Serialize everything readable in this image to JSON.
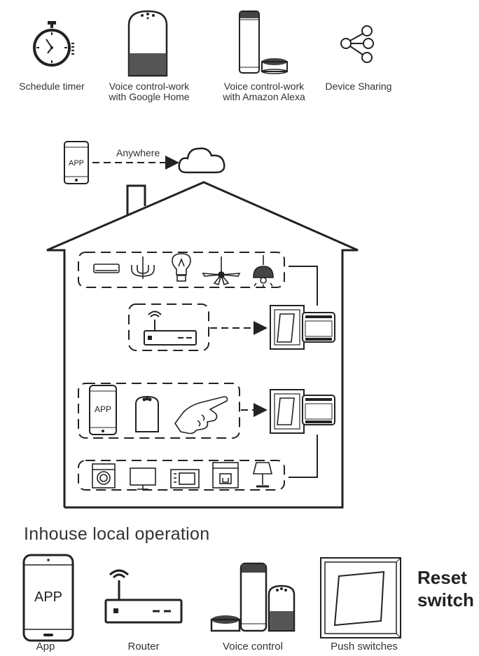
{
  "features": [
    {
      "id": "timer",
      "icon": "stopwatch-icon",
      "label_lines": [
        "Schedule timer"
      ]
    },
    {
      "id": "google",
      "icon": "google-home-speaker-icon",
      "label_lines": [
        "Voice control-work",
        "with Google Home"
      ]
    },
    {
      "id": "alexa",
      "icon": "amazon-echo-speaker-icon",
      "label_lines": [
        "Voice control-work",
        "with Amazon Alexa"
      ]
    },
    {
      "id": "sharing",
      "icon": "share-icon",
      "label_lines": [
        "Device Sharing"
      ]
    }
  ],
  "remote": {
    "phone_text": "APP",
    "arrow_label": "Anywhere",
    "icons": [
      "smartphone-icon",
      "cloud-icon"
    ]
  },
  "house": {
    "appliances_top": [
      "air-conditioner-icon",
      "chandelier-icon",
      "light-bulb-icon",
      "ceiling-fan-icon",
      "pendant-lamp-icon"
    ],
    "router_row": [
      "wifi-router-icon"
    ],
    "control_row": {
      "phone_text": "APP",
      "icons": [
        "smartphone-icon",
        "smart-speaker-icon",
        "hand-touch-icon"
      ]
    },
    "appliances_bottom": [
      "washing-machine-icon",
      "tv-monitor-icon",
      "microwave-icon",
      "coffee-machine-icon",
      "table-lamp-icon"
    ],
    "switch_icons": [
      "wall-switch-icon",
      "smart-switch-module-icon"
    ]
  },
  "section_title": "Inhouse local operation",
  "bottom_items": [
    {
      "id": "app",
      "icon": "smartphone-icon",
      "label": "App",
      "inner_text": "APP"
    },
    {
      "id": "router",
      "icon": "wifi-router-icon",
      "label": "Router"
    },
    {
      "id": "voice",
      "icon": "voice-speakers-icon",
      "label": "Voice control"
    },
    {
      "id": "push",
      "icon": "push-switch-icon",
      "label": "Push switches"
    }
  ],
  "reset": {
    "line1": "Reset",
    "line2": "switch"
  }
}
